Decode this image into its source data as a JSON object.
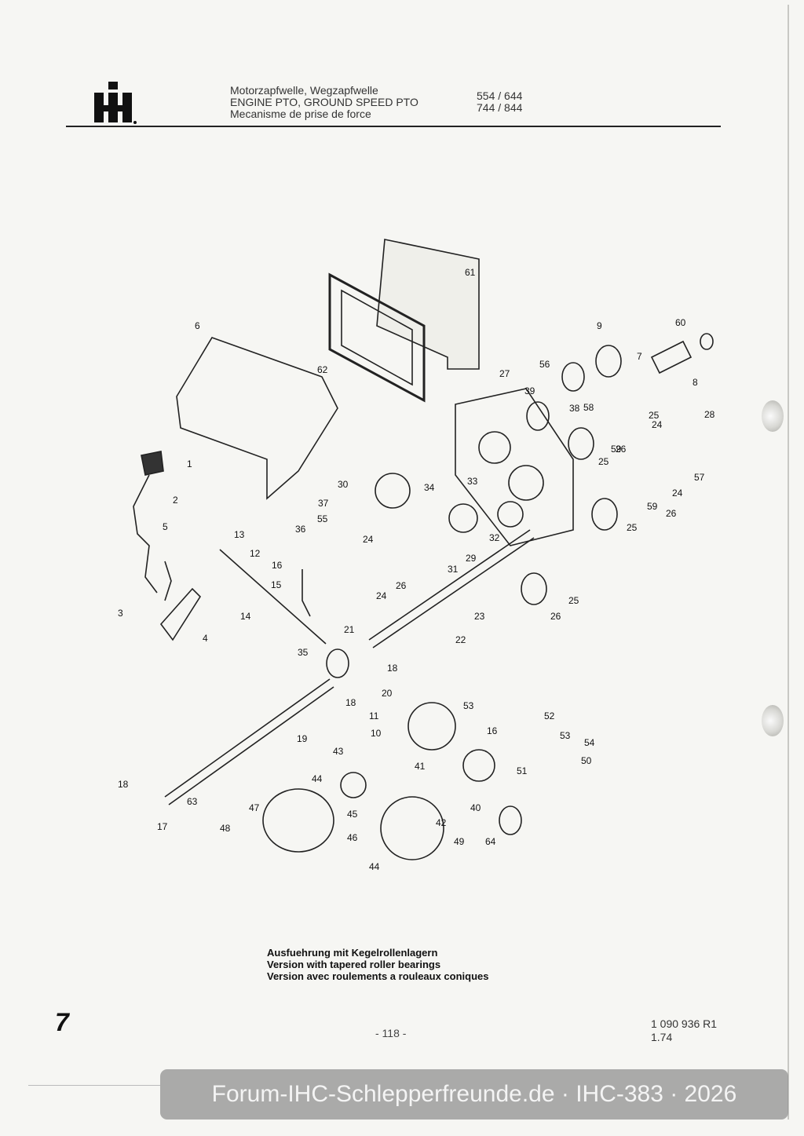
{
  "header": {
    "title_de": "Motorzapfwelle, Wegzapfwelle",
    "title_en": "ENGINE PTO, GROUND SPEED PTO",
    "title_fr": "Mecanisme de prise de force",
    "models_line1": "554 / 644",
    "models_line2": "744 / 844"
  },
  "diagram": {
    "part_labels": [
      "1",
      "2",
      "3",
      "4",
      "5",
      "6",
      "7",
      "8",
      "9",
      "10",
      "11",
      "12",
      "13",
      "14",
      "15",
      "16",
      "16",
      "17",
      "18",
      "18",
      "18",
      "19",
      "20",
      "21",
      "22",
      "23",
      "24",
      "24",
      "24",
      "24",
      "25",
      "25",
      "25",
      "25",
      "26",
      "26",
      "26",
      "26",
      "27",
      "28",
      "29",
      "30",
      "31",
      "32",
      "33",
      "34",
      "35",
      "36",
      "37",
      "38",
      "39",
      "40",
      "41",
      "42",
      "43",
      "44",
      "44",
      "45",
      "46",
      "47",
      "48",
      "49",
      "50",
      "51",
      "52",
      "53",
      "53",
      "54",
      "55",
      "56",
      "57",
      "58",
      "59",
      "59",
      "60",
      "61",
      "62",
      "63",
      "64"
    ]
  },
  "caption": {
    "line_de": "Ausfuehrung mit Kegelrollenlagern",
    "line_en": "Version with tapered roller bearings",
    "line_fr": "Version avec roulements a rouleaux coniques"
  },
  "footer": {
    "section_number": "7",
    "page_number": "- 118 -",
    "doc_number": "1 090 936 R1",
    "doc_date": "1.74"
  },
  "watermark": {
    "text": "Forum-IHC-Schlepperfreunde.de · IHC-383 · 2026"
  }
}
